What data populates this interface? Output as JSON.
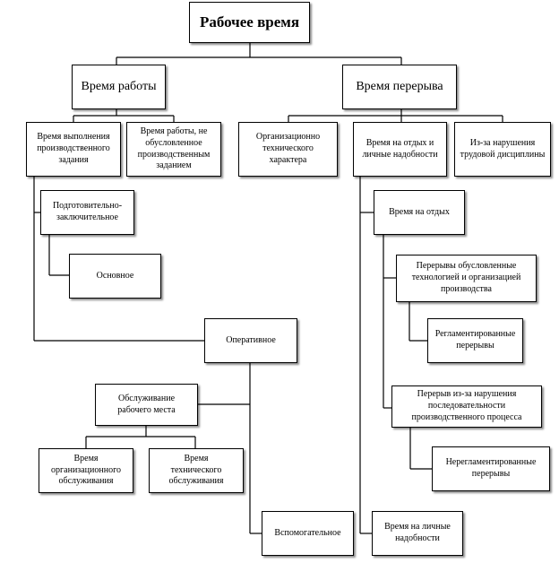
{
  "diagram": {
    "root": "Рабочее время",
    "work_time": "Время работы",
    "break_time": "Время перерыва",
    "task_time": "Время выполнения\nпроизводственного\nзадания",
    "non_task_time": "Время работы, не\nобусловленное\nпроизводственным\nзаданием",
    "org_tech": "Организационно\nтехнического\nхарактера",
    "rest_needs": "Время на отдых и\nличные надобности",
    "discipline": "Из-за нарушения\nтрудовой дисциплины",
    "prep_final": "Подготовительно-\nзаключительное",
    "basic": "Основное",
    "operative": "Оперативное",
    "workplace_service": "Обслуживание\nрабочего места",
    "org_service": "Время\nорганизационного\nобслуживания",
    "tech_service": "Время\nтехнического\nобслуживания",
    "auxiliary": "Вспомогательное",
    "rest": "Время на отдых",
    "tech_org_breaks": "Перерывы обусловленные\nтехнологией и организацией\nпроизводства",
    "regulated": "Регламентированные\nперерывы",
    "violation_breaks": "Перерыв из-за нарушения\nпоследовательности\nпроизводственного процесса",
    "unregulated": "Нерегламентированные\nперерывы",
    "personal_needs": "Время на личные\nнадобности"
  }
}
